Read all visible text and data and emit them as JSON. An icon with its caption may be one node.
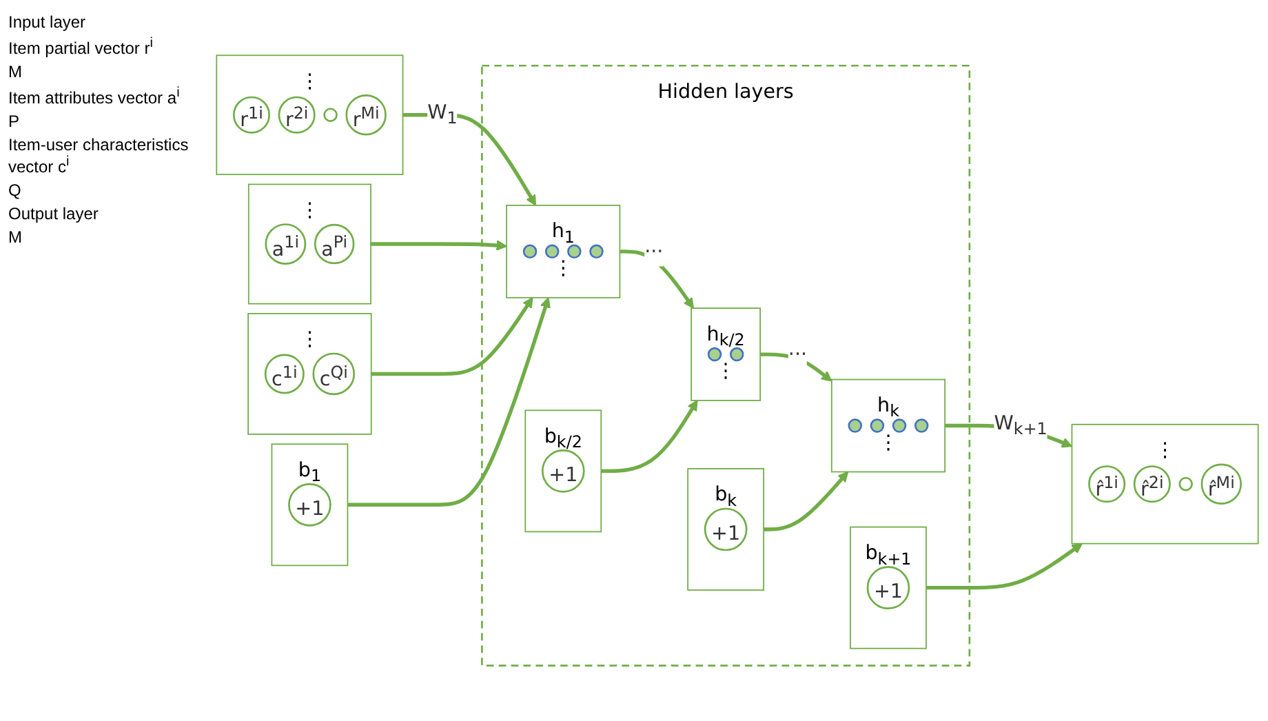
{
  "diagram": {
    "nodes": [
      {
        "text": [
          "⋮"
        ]
      },
      {
        "text": [
          "r$^{1i}$"
        ],
        "in": 0
      },
      {
        "text": [
          "r$^{2i}$"
        ],
        "in": 0
      },
      {
        "text": [],
        "shape": "circle",
        "in": 0
      },
      {
        "text": [
          "r$^{Mi}$"
        ],
        "in": 0
      },
      {
        "text": [
          "⋮"
        ]
      },
      {
        "text": [
          "a$^{1i}$"
        ],
        "in": 5
      },
      {
        "text": [
          "a$^{Pi}$"
        ],
        "in": 5
      },
      {
        "text": [
          "⋮"
        ]
      },
      {
        "text": [
          "c$^{1i}$"
        ],
        "in": 8
      },
      {
        "text": [
          "c$^{Qi}$"
        ],
        "in": 8
      },
      {
        "text": [],
        "shape": "box",
        "beside": [
          "b$_{1}$"
        ]
      },
      {
        "text": [
          "+1"
        ],
        "in": 11
      },
      {
        "text": [
          "Hidden layers"
        ]
      },
      {
        "text": [
          "h$_{1}$",
          "⋮"
        ],
        "in": 13
      },
      {
        "text": [],
        "shape": "circle",
        "in": 14
      },
      {
        "text": [],
        "shape": "circle",
        "in": 14
      },
      {
        "text": [],
        "shape": "circle",
        "in": 14
      },
      {
        "text": [],
        "shape": "circle",
        "in": 14
      },
      {
        "text": [],
        "shape": "box",
        "beside": [
          "b$_{k/2}$"
        ],
        "in": 13
      },
      {
        "text": [
          "+1"
        ],
        "in": 19
      },
      {
        "text": [
          "h$_{k/2}$",
          "⋮"
        ],
        "in": 13
      },
      {
        "text": [],
        "shape": "circle",
        "in": 21
      },
      {
        "text": [],
        "shape": "circle",
        "in": 21
      },
      {
        "text": [],
        "shape": "box",
        "beside": [
          "b$_{k}$"
        ],
        "in": 13
      },
      {
        "text": [
          "+1"
        ],
        "in": 24
      },
      {
        "text": [
          "h$_{k}$",
          "⋮"
        ],
        "in": 13
      },
      {
        "text": [],
        "shape": "circle",
        "in": 26
      },
      {
        "text": [],
        "shape": "circle",
        "in": 26
      },
      {
        "text": [],
        "shape": "circle",
        "in": 26
      },
      {
        "text": [],
        "shape": "circle",
        "in": 26
      },
      {
        "text": [],
        "shape": "box",
        "beside": [
          "b$_{k+1}$"
        ],
        "in": 13
      },
      {
        "text": [
          "+1"
        ],
        "in": 31
      },
      {
        "text": [
          "⋮"
        ]
      },
      {
        "text": [
          "r̂$^{1i}$"
        ],
        "in": 33
      },
      {
        "text": [
          "r̂$^{2i}$"
        ],
        "in": 33
      },
      {
        "text": [],
        "shape": "circle",
        "in": 33
      },
      {
        "text": [
          "r̂$^{Mi}$"
        ],
        "in": 33
      }
    ],
    "edges": [
      {
        "from": 0,
        "to": 14,
        "arrow": "to",
        "label": "W$_{1}$"
      },
      {
        "from": 5,
        "to": 14,
        "arrow": "to"
      },
      {
        "from": 8,
        "to": 14,
        "arrow": "to"
      },
      {
        "from": 11,
        "to": 14,
        "arrow": "to"
      },
      {
        "from": 14,
        "to": 21,
        "arrow": "to",
        "label": "···"
      },
      {
        "from": 19,
        "to": 21,
        "arrow": "to"
      },
      {
        "from": 21,
        "to": 26,
        "arrow": "to",
        "label": "···"
      },
      {
        "from": 24,
        "to": 26,
        "arrow": "to"
      },
      {
        "from": 26,
        "to": 33,
        "arrow": "to",
        "label": "W$_{k+1}$"
      },
      {
        "from": 31,
        "to": 33,
        "arrow": "to"
      }
    ],
    "labels": [
      "Input layer",
      "Item partial vector r$^{i}$",
      "M",
      "Item attributes vector a$^{i}$",
      "P",
      "Item-user characteristics vector c$^{i}$",
      "Q",
      "Output layer",
      "M"
    ]
  }
}
